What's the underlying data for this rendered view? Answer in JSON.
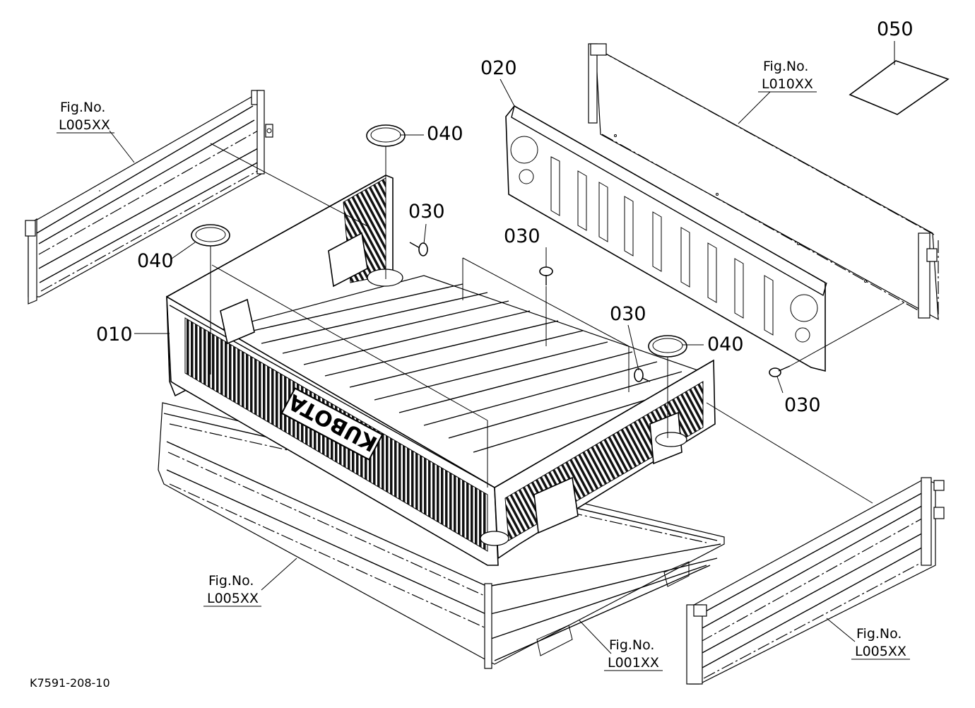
{
  "labels": {
    "p010": "010",
    "p020": "020",
    "p030_a": "030",
    "p030_b": "030",
    "p030_c": "030",
    "p030_d": "030",
    "p040_a": "040",
    "p040_b": "040",
    "p040_c": "040",
    "p050": "050"
  },
  "fig_refs": {
    "left_panel": {
      "title": "Fig.No.",
      "code": "L005XX"
    },
    "rear_panel": {
      "title": "Fig.No.",
      "code": "L010XX"
    },
    "front_panel": {
      "title": "Fig.No.",
      "code": "L005XX"
    },
    "bottom_frame": {
      "title": "Fig.No.",
      "code": "L001XX"
    },
    "right_panel": {
      "title": "Fig.No.",
      "code": "L005XX"
    }
  },
  "brand_embossing": "KUBOTA",
  "drawing_number": "K7591-208-10"
}
